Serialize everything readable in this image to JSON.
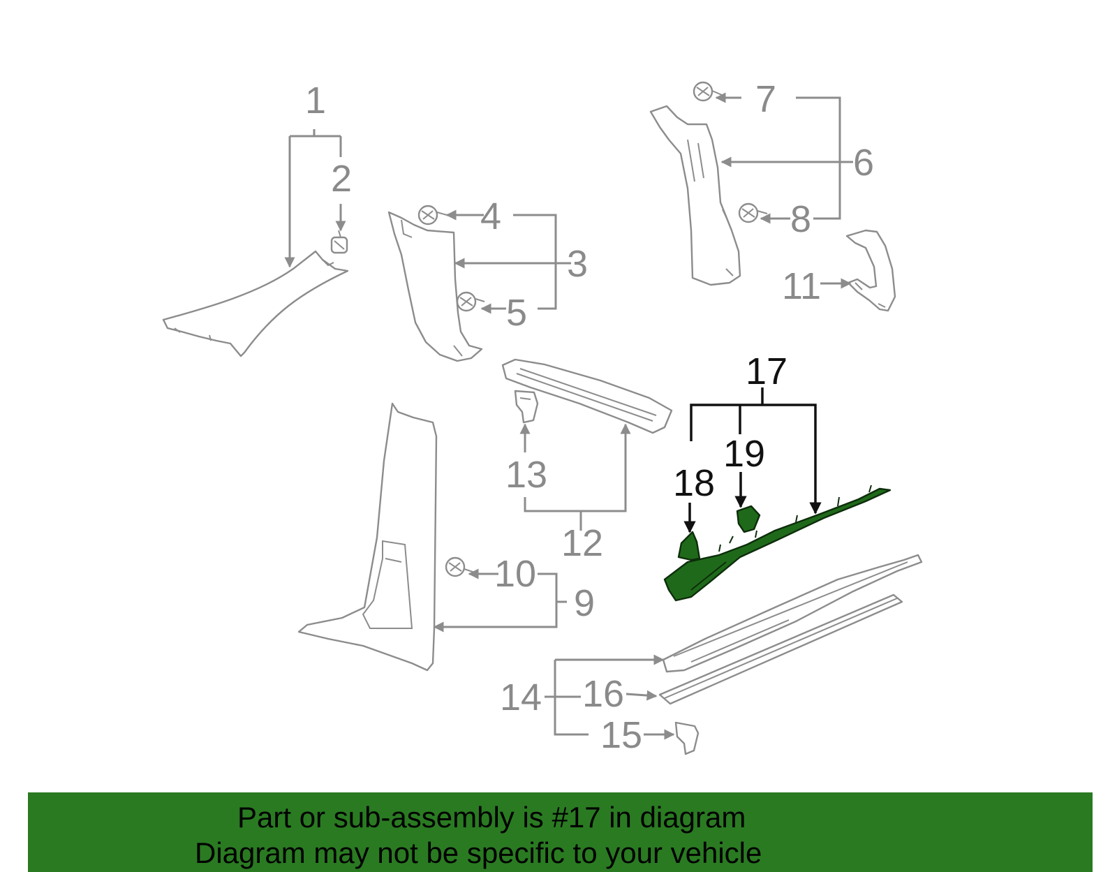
{
  "colors": {
    "banner_bg": "#2a7a22",
    "highlight_part": "#1f6a1a",
    "line_gray": "#8c8c8c",
    "text_dark": "#111111"
  },
  "callouts": {
    "n1": "1",
    "n2": "2",
    "n3": "3",
    "n4": "4",
    "n5": "5",
    "n6": "6",
    "n7": "7",
    "n8": "8",
    "n9": "9",
    "n10": "10",
    "n11": "11",
    "n12": "12",
    "n13": "13",
    "n14": "14",
    "n15": "15",
    "n16": "16",
    "n17": "17",
    "n18": "18",
    "n19": "19"
  },
  "highlighted_callouts": [
    "17",
    "18",
    "19"
  ],
  "banner": {
    "line1": "Part or sub-assembly is #17 in diagram",
    "line2": "Diagram may not be specific to your vehicle"
  }
}
